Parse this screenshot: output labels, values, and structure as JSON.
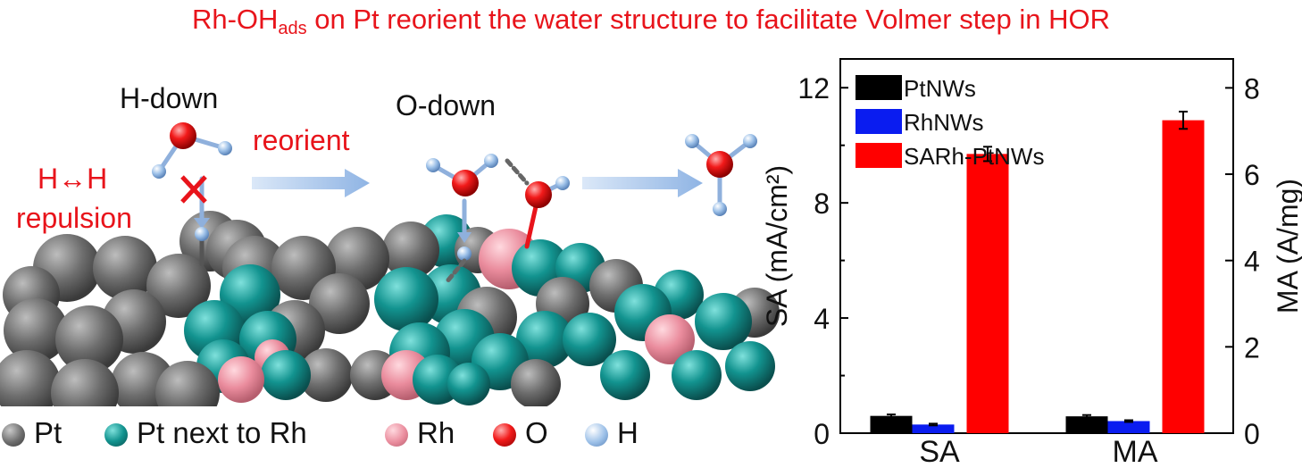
{
  "title": {
    "prefix": "Rh-OH",
    "subscript": "ads",
    "suffix": " on Pt reorient the water structure to facilitate Volmer step in HOR"
  },
  "scene": {
    "h_down": "H-down",
    "o_down": "O-down",
    "reorient": "reorient",
    "repulsion_line1": "H↔H",
    "repulsion_line2": "repulsion"
  },
  "legend": [
    {
      "label": "Pt",
      "color": "#7a7a7a"
    },
    {
      "label": "Pt next to Rh",
      "color": "#0f8f8c"
    },
    {
      "label": "Rh",
      "color": "#ee8fa0"
    },
    {
      "label": "O",
      "color": "#e8141b"
    },
    {
      "label": "H",
      "color": "#9cc0e8"
    }
  ],
  "colors": {
    "title": "#e8141b",
    "pt": "#6e6e6e",
    "pt_next_rh": "#0f8f8c",
    "rh": "#ee8fa0",
    "oxygen": "#e8141b",
    "hydrogen": "#9cc0e8",
    "arrow": "#a9c6ec"
  },
  "chart_data": {
    "type": "bar",
    "categories": [
      "SA",
      "MA"
    ],
    "series": [
      {
        "name": "PtNWs",
        "color": "#000000",
        "values": [
          0.6,
          0.39
        ],
        "errors": [
          0.05,
          0.03
        ]
      },
      {
        "name": "RhNWs",
        "color": "#0a1cf0",
        "values": [
          0.3,
          0.28
        ],
        "errors": [
          0.03,
          0.02
        ]
      },
      {
        "name": "SARh-PtNWs",
        "color": "#ff0000",
        "values": [
          9.7,
          7.25
        ],
        "errors": [
          0.25,
          0.2
        ]
      }
    ],
    "ylabel": "SA (mA/cm²)",
    "ylabel_right": "MA (A/mg)",
    "ylim": [
      0,
      13
    ],
    "ylim_right": [
      0,
      8.67
    ],
    "yticks": [
      0,
      4,
      8,
      12
    ],
    "yticks_right": [
      0,
      2,
      4,
      6,
      8
    ],
    "legend_position": "top-left"
  }
}
